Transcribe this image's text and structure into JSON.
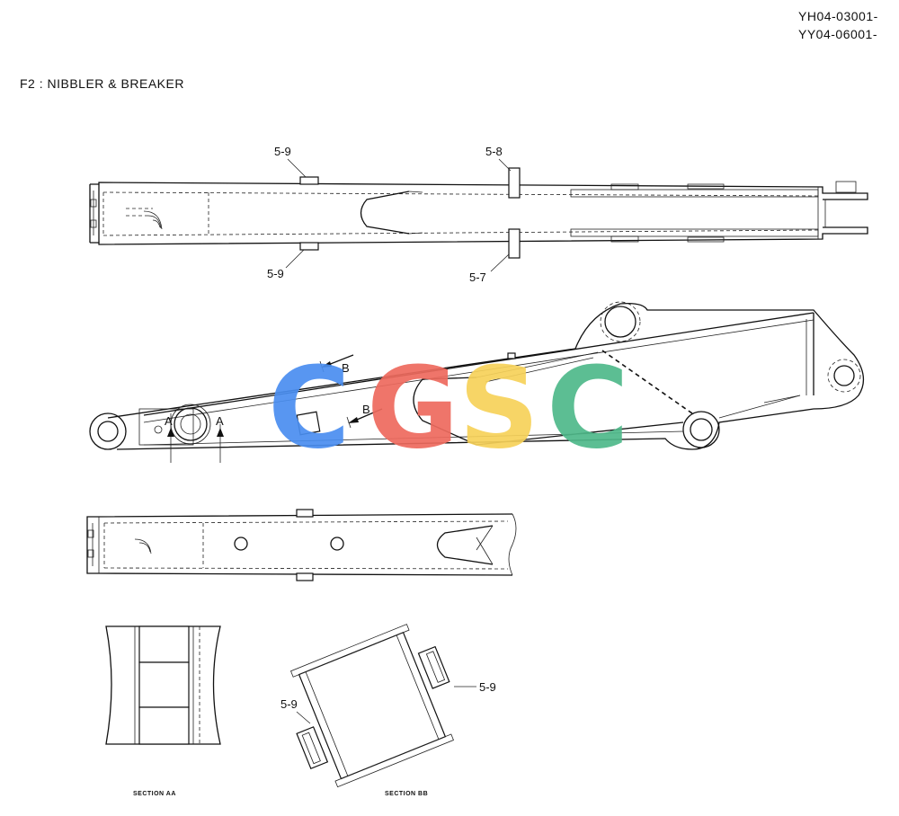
{
  "header": {
    "code_line_1": "YH04-03001-",
    "code_line_2": "YY04-06001-",
    "title": "F2 : NIBBLER & BREAKER"
  },
  "callouts": {
    "top_5_9_a": "5-9",
    "top_5_8": "5-8",
    "top_5_9_b": "5-9",
    "top_5_7": "5-7",
    "side_a_left": "A",
    "side_a_right": "A",
    "side_b_top": "B",
    "side_b_mid": "B",
    "sec_bb_right": "5-9",
    "sec_bb_left": "5-9"
  },
  "sections": {
    "aa": "SECTION AA",
    "bb": "SECTION BB"
  },
  "watermark": {
    "letters": [
      "C",
      "G",
      "S",
      "C"
    ],
    "colors": [
      "#4a8ef0",
      "#ee6a5e",
      "#f7d25a",
      "#4fb98a"
    ]
  }
}
